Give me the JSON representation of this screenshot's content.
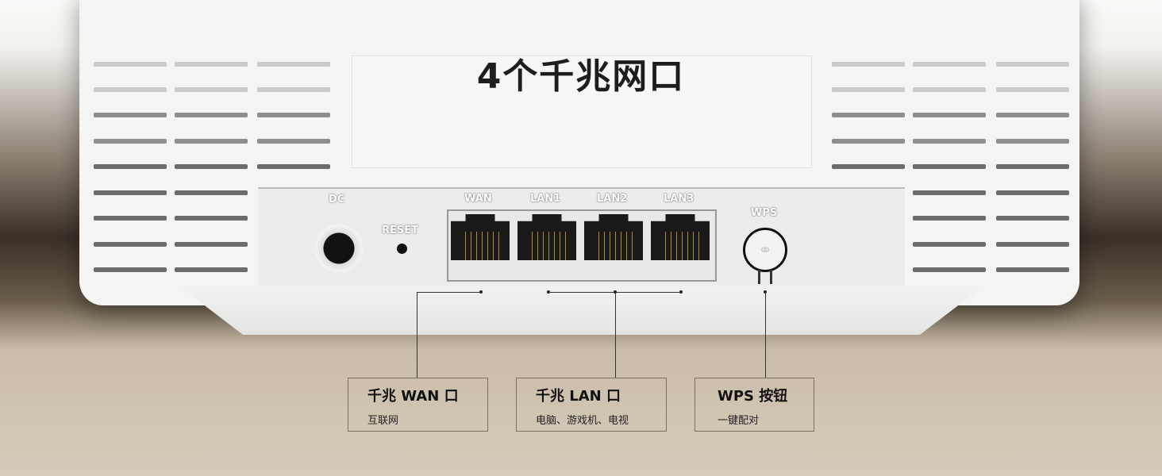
{
  "headline": "4个千兆网口",
  "port_labels": {
    "dc": "DC",
    "reset": "RESET",
    "wan": "WAN",
    "lan1": "LAN1",
    "lan2": "LAN2",
    "lan3": "LAN3",
    "wps": "WPS"
  },
  "callouts": [
    {
      "title": "千兆 WAN 口",
      "subtitle": "互联网"
    },
    {
      "title": "千兆 LAN 口",
      "subtitle": "电脑、游戏机、电视"
    },
    {
      "title": "WPS 按钮",
      "subtitle": "一键配对"
    }
  ]
}
